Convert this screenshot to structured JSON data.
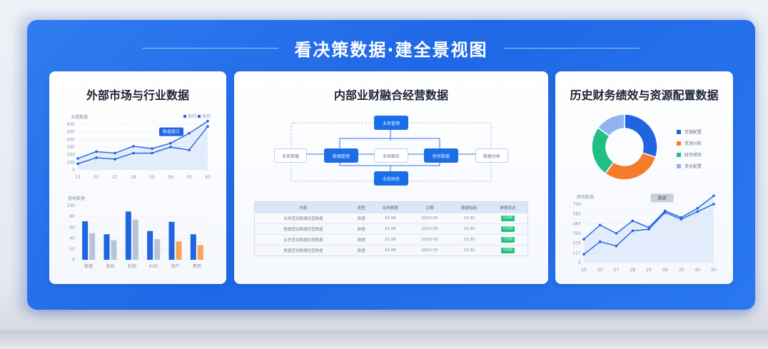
{
  "board": {
    "title": "看决策数据·建全景视图"
  },
  "panels": {
    "left": {
      "title": "外部市场与行业数据",
      "line_chart": {
        "ylabel": "业绩数据",
        "legend": [
          "系列",
          "系列"
        ]
      },
      "bar_chart": {
        "ylabel": "营收数据"
      }
    },
    "middle": {
      "title": "内部业财融合经营数据",
      "flow": {
        "top": "业务管理",
        "left_outer": "业务数据",
        "left_inner": "数据管理",
        "center": "业财融合",
        "right_inner": "财务数据",
        "right_outer": "数据分析",
        "bottom": "业务财务"
      },
      "table": {
        "headers": [
          "内容",
          "类型",
          "业务数据",
          "日期",
          "数据指标",
          "数据状态"
        ],
        "rows": [
          [
            "业务营运数据经营数据",
            "数据",
            "10.0K",
            "2023-03",
            "23.30",
            "已完成"
          ],
          [
            "数据营运数据经营数据",
            "数据",
            "10.0K",
            "2023-03",
            "23.30",
            "已完成"
          ],
          [
            "业务营运数据经营数据",
            "数据",
            "10.0K",
            "2023-03",
            "23.30",
            "已完成"
          ],
          [
            "数据营运数据经营数据",
            "数据",
            "10.0K",
            "2023-03",
            "23.30",
            "已完成"
          ]
        ]
      }
    },
    "right": {
      "title": "历史财务绩效与资源配置数据",
      "donut_legend": [
        "资源配置",
        "资源分配",
        "财务绩效",
        "资金配置"
      ],
      "line_chart": {
        "ylabel": "绩效数据",
        "tooltip": "数据"
      }
    }
  },
  "colors": {
    "blue": "#1f64e0",
    "orange": "#f57c2a",
    "green": "#1fbf86",
    "lightblue": "#8fb4f0",
    "barGray": "#b7c4d8",
    "barOrange": "#f4a45c"
  },
  "chart_data": [
    {
      "type": "line",
      "title": "",
      "ylabel": "业绩数据",
      "ylim": [
        0,
        600
      ],
      "x": [
        "15",
        "20",
        "27",
        "28",
        "29",
        "09",
        "30",
        "40"
      ],
      "series": [
        {
          "values": [
            150,
            240,
            220,
            310,
            280,
            350,
            480,
            640
          ]
        },
        {
          "values": [
            80,
            160,
            140,
            220,
            220,
            300,
            260,
            570
          ]
        }
      ],
      "tooltip": "数据提示"
    },
    {
      "type": "bar",
      "title": "",
      "ylabel": "营收数据",
      "ylim": [
        0,
        100
      ],
      "categories": [
        "数据",
        "营收",
        "利润",
        "ROE",
        "资产",
        "费用"
      ],
      "series": [
        {
          "values": [
            71,
            47,
            89,
            53,
            70,
            47
          ]
        },
        {
          "values": [
            49,
            36,
            74,
            38,
            34,
            27
          ]
        }
      ]
    },
    {
      "type": "pie",
      "title": "",
      "categories": [
        "资源配置",
        "资源分配",
        "财务绩效",
        "资金配置"
      ],
      "values": [
        30,
        30,
        25,
        15
      ]
    },
    {
      "type": "line",
      "title": "",
      "ylabel": "绩效数据",
      "ylim": [
        0,
        700
      ],
      "x": [
        "15",
        "20",
        "27",
        "28",
        "29",
        "09",
        "30",
        "40",
        "50"
      ],
      "series": [
        {
          "values": [
            280,
            450,
            350,
            500,
            420,
            620,
            540,
            650,
            800
          ]
        },
        {
          "values": [
            100,
            250,
            200,
            380,
            400,
            600,
            520,
            610,
            700
          ]
        }
      ],
      "tooltip": "数据"
    }
  ]
}
